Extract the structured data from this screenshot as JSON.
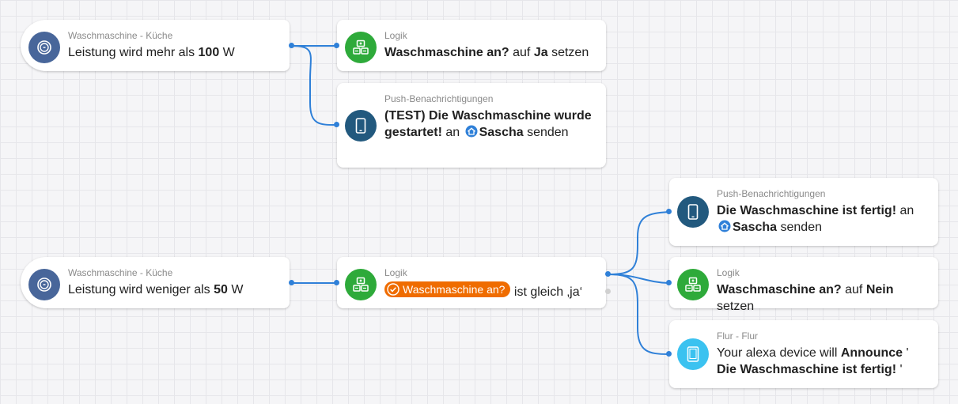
{
  "colors": {
    "wire": "#2f80d8",
    "trigger_icon": "#48669a",
    "logic_icon": "#2eaa3a",
    "push_icon": "#22597e",
    "alexa_icon": "#3bc2f0",
    "chip": "#ef6c00"
  },
  "flow1": {
    "trigger": {
      "subtitle": "Waschmaschine - Küche",
      "pre": "Leistung wird mehr als ",
      "value": "100",
      "post": " W",
      "icon": "power-meter-icon"
    },
    "logic": {
      "subtitle": "Logik",
      "var": "Waschmaschine an?",
      "mid": " auf ",
      "value": "Ja",
      "post": " setzen",
      "icon": "logic-icon"
    },
    "push": {
      "subtitle": "Push-Benachrichtigungen",
      "message": "(TEST) Die Waschmaschine wurde gestartet!",
      "mid": " an ",
      "recipient": "Sascha",
      "post": " senden",
      "icon": "phone-icon"
    }
  },
  "flow2": {
    "trigger": {
      "subtitle": "Waschmaschine - Küche",
      "pre": "Leistung wird weniger als ",
      "value": "50",
      "post": " W",
      "icon": "power-meter-icon"
    },
    "condition": {
      "subtitle": "Logik",
      "chip": "Waschmaschine an?",
      "post": " ist gleich ‚ja‘",
      "icon": "logic-icon"
    },
    "push": {
      "subtitle": "Push-Benachrichtigungen",
      "message": "Die Waschmaschine ist fertig!",
      "mid": " an ",
      "recipient": "Sascha",
      "post": " senden",
      "icon": "phone-icon"
    },
    "logic": {
      "subtitle": "Logik",
      "var": "Waschmaschine an?",
      "mid": " auf ",
      "value": "Nein",
      "post": " setzen",
      "icon": "logic-icon"
    },
    "alexa": {
      "subtitle": "Flur - Flur",
      "pre": "Your alexa device will ",
      "action": "Announce",
      "q1": " ' ",
      "message": "Die Waschmaschine ist fertig!",
      "q2": " '",
      "icon": "tablet-icon"
    }
  }
}
